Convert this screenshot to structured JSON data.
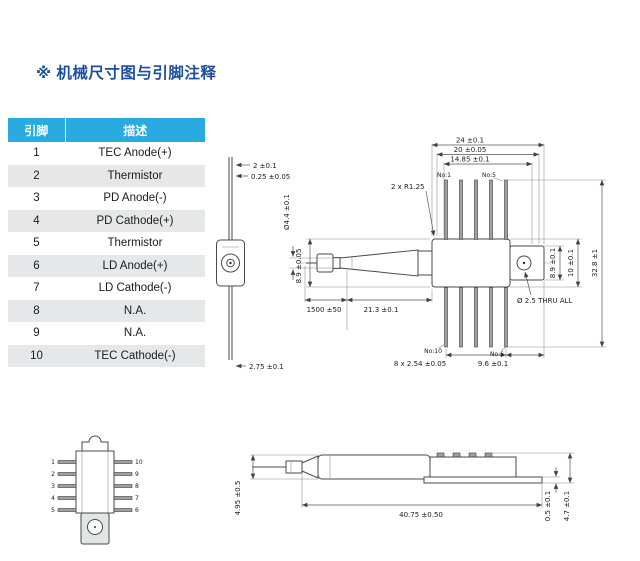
{
  "page": {
    "title": "※ 机械尺寸图与引脚注释"
  },
  "colors": {
    "title_blue": "#1d4f9e",
    "table_header_bg": "#29abe2",
    "table_row_alt": "#e6e7e8",
    "drawing_line": "#4a4a4a"
  },
  "pin_table": {
    "col_pin": "引脚",
    "col_desc": "描述",
    "rows": [
      {
        "pin": "1",
        "desc": "TEC Anode(+)"
      },
      {
        "pin": "2",
        "desc": "Thermistor"
      },
      {
        "pin": "3",
        "desc": "PD Anode(-)"
      },
      {
        "pin": "4",
        "desc": "PD Cathode(+)"
      },
      {
        "pin": "5",
        "desc": "Thermistor"
      },
      {
        "pin": "6",
        "desc": "LD Anode(+)"
      },
      {
        "pin": "7",
        "desc": "LD Cathode(-)"
      },
      {
        "pin": "8",
        "desc": "N.A."
      },
      {
        "pin": "9",
        "desc": "N.A."
      },
      {
        "pin": "10",
        "desc": "TEC Cathode(-)"
      }
    ]
  },
  "side_view": {
    "dim_fiber_od": "2 ±0.1",
    "dim_fiber_id": "0.25 ±0.05",
    "dim_pin": "2.75 ±0.1"
  },
  "top_view": {
    "dim_outer": "24 ±0.1",
    "dim_mid": "20 ±0.05",
    "dim_inner": "14.85 ±0.1",
    "dim_radius": "2 x R1.25",
    "dim_snout_od": "Ø4.4 ±0.1",
    "dim_body_half": "8.9 ±0.05",
    "dim_fiber_len": "1500 ±50",
    "dim_snout_len": "21.3 ±0.1",
    "dim_pin_pitch": "8 x 2.54 ±0.05",
    "dim_pin_row": "9.6 ±0.1",
    "dim_hole": "Ø 2.5 THRU ALL",
    "dim_flange_h": "8.9 ±0.1",
    "dim_body_h": "10 ±0.1",
    "dim_total_h": "32.8 ±1",
    "label_pin1": "No:1",
    "label_pin5": "No:5",
    "label_pin10": "No:10",
    "label_pin6": "No:6"
  },
  "bottom_view": {
    "left_pins": [
      "1",
      "2",
      "3",
      "4",
      "5"
    ],
    "right_pins": [
      "10",
      "9",
      "8",
      "7",
      "6"
    ]
  },
  "profile_view": {
    "dim_height": "4.95 ±0.5",
    "dim_length": "40.75 ±0.50",
    "dim_base": "0.5 ±0.1",
    "dim_total": "4.7 ±0.1"
  }
}
